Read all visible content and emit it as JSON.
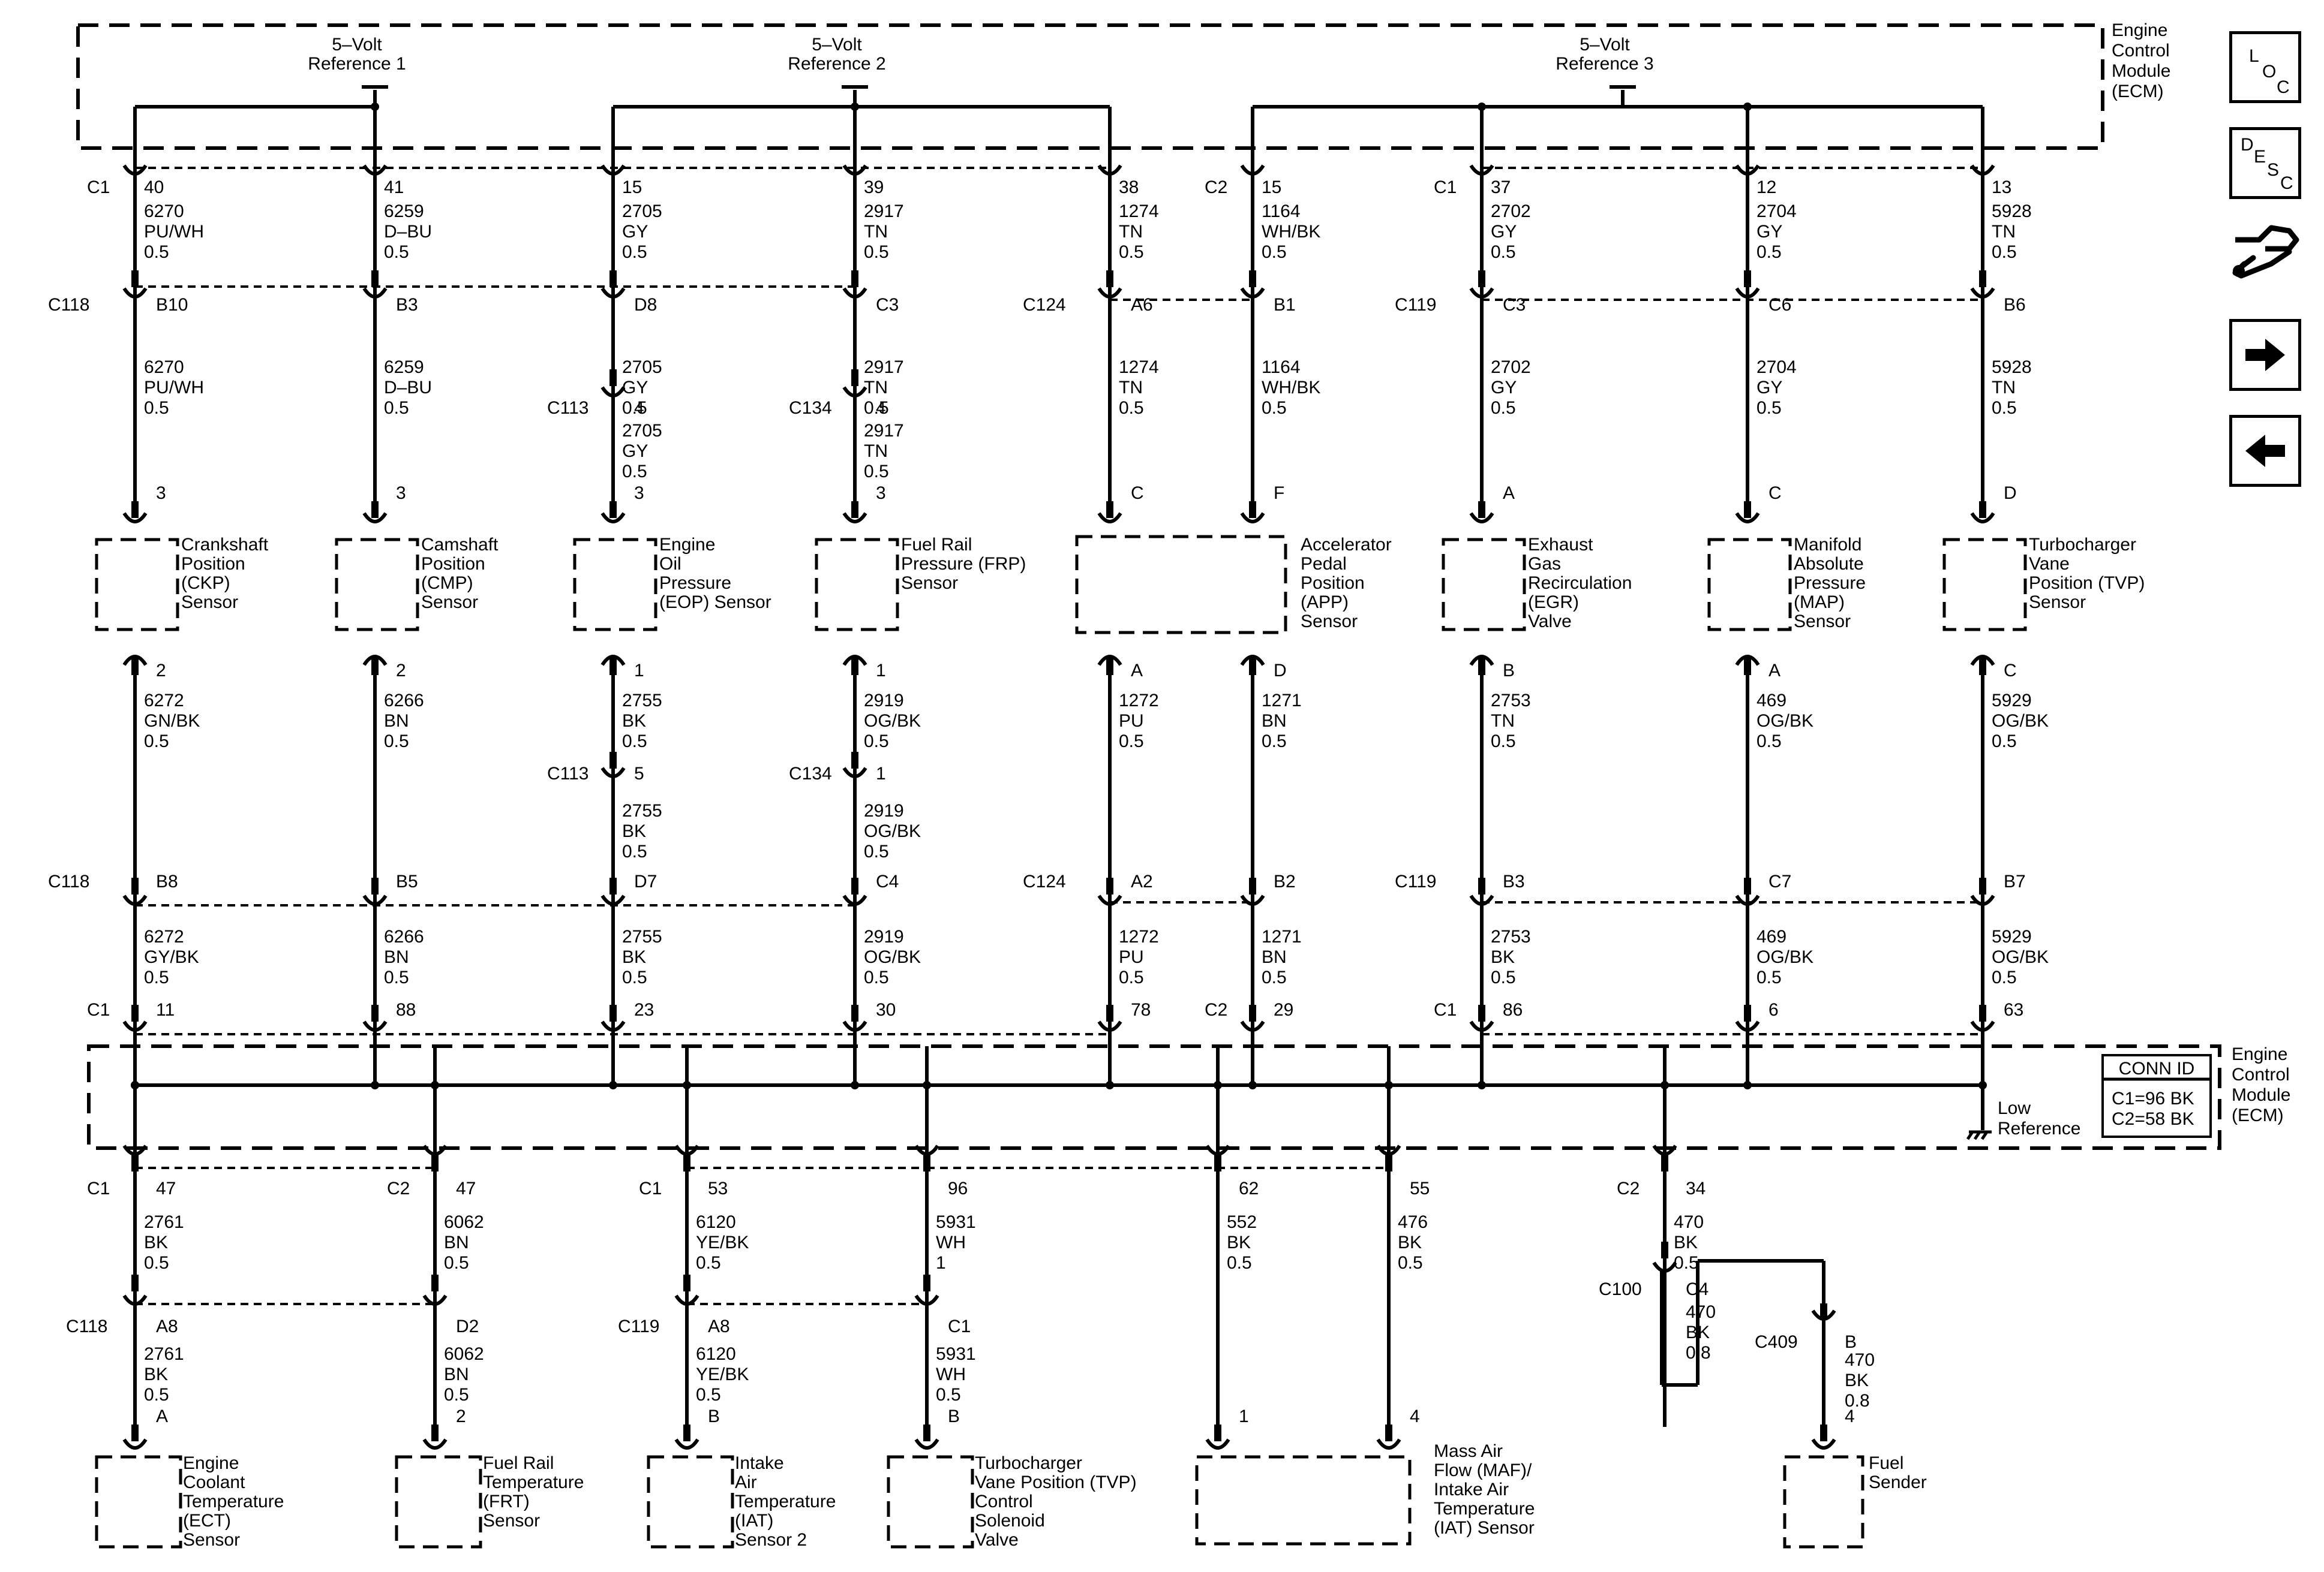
{
  "ecm": {
    "title": "Engine\nControl\nModule\n(ECM)",
    "conn_id_title": "CONN ID",
    "conn_id_lines": [
      "C1=96 BK",
      "C2=58 BK"
    ],
    "low_reference": "Low\nReference"
  },
  "references": [
    {
      "id": "ref1",
      "label": "5–Volt\nReference 1"
    },
    {
      "id": "ref2",
      "label": "5–Volt\nReference 2"
    },
    {
      "id": "ref3",
      "label": "5–Volt\nReference 3"
    }
  ],
  "top_circuits": [
    {
      "pin_top": "40",
      "conn_top": "C1",
      "w1": [
        "6270",
        "PU/WH",
        "0.5"
      ],
      "c118": "B10",
      "c118_label": "C118",
      "w2": [
        "6270",
        "PU/WH",
        "0.5"
      ],
      "pin_a": "3",
      "sensor": "Crankshaft\nPosition\n(CKP)\nSensor",
      "pin_b": "2",
      "w3": [
        "6272",
        "GN/BK",
        "0.5"
      ],
      "c118b": "B8",
      "c118b_label": "C118",
      "w4": [
        "6272",
        "GY/BK",
        "0.5"
      ],
      "pin_bottom": "11",
      "conn_bottom": "C1"
    },
    {
      "pin_top": "41",
      "w1": [
        "6259",
        "D–BU",
        "0.5"
      ],
      "c118": "B3",
      "w2": [
        "6259",
        "D–BU",
        "0.5"
      ],
      "pin_a": "3",
      "sensor": "Camshaft\nPosition\n(CMP)\nSensor",
      "pin_b": "2",
      "w3": [
        "6266",
        "BN",
        "0.5"
      ],
      "c118b": "B5",
      "w4": [
        "6266",
        "BN",
        "0.5"
      ],
      "pin_bottom": "88"
    },
    {
      "pin_top": "15",
      "w1": [
        "2705",
        "GY",
        "0.5"
      ],
      "c118": "D8",
      "w2": [
        "2705",
        "GY",
        "0.5"
      ],
      "c113_label": "C113",
      "c113_pin": "4",
      "w2b": [
        "2705",
        "GY",
        "0.5"
      ],
      "pin_a": "3",
      "sensor": "Engine\nOil\nPressure\n(EOP) Sensor",
      "pin_b": "1",
      "w3": [
        "2755",
        "BK",
        "0.5"
      ],
      "c113b_label": "C113",
      "c113b_pin": "5",
      "w3b": [
        "2755",
        "BK",
        "0.5"
      ],
      "c118b": "D7",
      "w4": [
        "2755",
        "BK",
        "0.5"
      ],
      "pin_bottom": "23"
    },
    {
      "pin_top": "39",
      "w1": [
        "2917",
        "TN",
        "0.5"
      ],
      "c118": "C3",
      "w2": [
        "2917",
        "TN",
        "0.5"
      ],
      "c134_label": "C134",
      "c134_pin": "4",
      "w2b": [
        "2917",
        "TN",
        "0.5"
      ],
      "pin_a": "3",
      "sensor": "Fuel Rail\nPressure (FRP)\nSensor",
      "pin_b": "1",
      "w3": [
        "2919",
        "OG/BK",
        "0.5"
      ],
      "c134b_label": "C134",
      "c134b_pin": "1",
      "w3b": [
        "2919",
        "OG/BK",
        "0.5"
      ],
      "c118b": "C4",
      "w4": [
        "2919",
        "OG/BK",
        "0.5"
      ],
      "pin_bottom": "30"
    },
    {
      "pin_top": "38",
      "w1": [
        "1274",
        "TN",
        "0.5"
      ],
      "c124_label": "C124",
      "c124": "A6",
      "w2": [
        "1274",
        "TN",
        "0.5"
      ],
      "pin_a": "C",
      "pin_b": "A",
      "w3": [
        "1272",
        "PU",
        "0.5"
      ],
      "c124b_label": "C124",
      "c124b": "A2",
      "w4": [
        "1272",
        "PU",
        "0.5"
      ],
      "pin_bottom": "78"
    },
    {
      "pin_top": "15",
      "conn_top": "C2",
      "w1": [
        "1164",
        "WH/BK",
        "0.5"
      ],
      "c124": "B1",
      "w2": [
        "1164",
        "WH/BK",
        "0.5"
      ],
      "pin_a": "F",
      "sensor": "Accelerator\nPedal\nPosition\n(APP)\nSensor",
      "pin_b": "D",
      "w3": [
        "1271",
        "BN",
        "0.5"
      ],
      "c124b": "B2",
      "w4": [
        "1271",
        "BN",
        "0.5"
      ],
      "pin_bottom": "29",
      "conn_bottom": "C2"
    },
    {
      "pin_top": "37",
      "conn_top": "C1",
      "w1": [
        "2702",
        "GY",
        "0.5"
      ],
      "c119_label": "C119",
      "c119": "C3",
      "w2": [
        "2702",
        "GY",
        "0.5"
      ],
      "pin_a": "A",
      "sensor": "Exhaust\nGas\nRecirculation\n(EGR)\nValve",
      "pin_b": "B",
      "w3": [
        "2753",
        "TN",
        "0.5"
      ],
      "c119b_label": "C119",
      "c119b": "B3",
      "w4": [
        "2753",
        "BK",
        "0.5"
      ],
      "pin_bottom": "86",
      "conn_bottom": "C1"
    },
    {
      "pin_top": "12",
      "w1": [
        "2704",
        "GY",
        "0.5"
      ],
      "c119": "C6",
      "w2": [
        "2704",
        "GY",
        "0.5"
      ],
      "pin_a": "C",
      "sensor": "Manifold\nAbsolute\nPressure\n(MAP)\nSensor",
      "pin_b": "A",
      "w3": [
        "469",
        "OG/BK",
        "0.5"
      ],
      "c119b": "C7",
      "w4": [
        "469",
        "OG/BK",
        "0.5"
      ],
      "pin_bottom": "6"
    },
    {
      "pin_top": "13",
      "w1": [
        "5928",
        "TN",
        "0.5"
      ],
      "c119": "B6",
      "w2": [
        "5928",
        "TN",
        "0.5"
      ],
      "pin_a": "D",
      "sensor": "Turbocharger\nVane\nPosition (TVP)\nSensor",
      "pin_b": "C",
      "w3": [
        "5929",
        "OG/BK",
        "0.5"
      ],
      "c119b": "B7",
      "w4": [
        "5929",
        "OG/BK",
        "0.5"
      ],
      "pin_bottom": "63"
    }
  ],
  "bottom_circuits": [
    {
      "conn": "C1",
      "pin": "47",
      "w1": [
        "2761",
        "BK",
        "0.5"
      ],
      "inline_label": "C118",
      "inline_pin": "A8",
      "w2": [
        "2761",
        "BK",
        "0.5"
      ],
      "sensor_pin": "A",
      "sensor": "Engine\nCoolant\nTemperature\n(ECT)\nSensor"
    },
    {
      "conn": "C2",
      "pin": "47",
      "w1": [
        "6062",
        "BN",
        "0.5"
      ],
      "inline_pin": "D2",
      "w2": [
        "6062",
        "BN",
        "0.5"
      ],
      "sensor_pin": "2",
      "sensor": "Fuel Rail\nTemperature\n(FRT)\nSensor"
    },
    {
      "conn": "C1",
      "pin": "53",
      "w1": [
        "6120",
        "YE/BK",
        "0.5"
      ],
      "inline_label": "C119",
      "inline_pin": "A8",
      "w2": [
        "6120",
        "YE/BK",
        "0.5"
      ],
      "sensor_pin": "B",
      "sensor": "Intake\nAir\nTemperature\n(IAT)\nSensor 2"
    },
    {
      "pin": "96",
      "w1": [
        "5931",
        "WH",
        "1"
      ],
      "inline_pin": "C1",
      "w2": [
        "5931",
        "WH",
        "0.5"
      ],
      "sensor_pin": "B",
      "sensor": "Turbocharger\nVane Position (TVP)\nControl\nSolenoid\nValve"
    },
    {
      "pin": "62",
      "w1": [
        "552",
        "BK",
        "0.5"
      ],
      "sensor_pin": "1"
    },
    {
      "pin": "55",
      "w1": [
        "476",
        "BK",
        "0.5"
      ],
      "sensor_pin": "4",
      "sensor": "Mass Air\nFlow (MAF)/\nIntake Air\nTemperature\n(IAT) Sensor"
    },
    {
      "conn": "C2",
      "pin": "34",
      "w1": [
        "470",
        "BK",
        "0.5"
      ],
      "c100_label": "C100",
      "c100_pin": "C4",
      "w2": [
        "470",
        "BK",
        "0.8"
      ],
      "c409_label": "C409",
      "c409_pin": "B",
      "w3": [
        "470",
        "BK",
        "0.8"
      ],
      "sensor_pin": "4",
      "sensor": "Fuel\nSender"
    }
  ],
  "nav_buttons": [
    {
      "id": "loc",
      "label": "LOC"
    },
    {
      "id": "desc",
      "label": "DESC"
    },
    {
      "id": "wrench",
      "icon": "wrench-hand-icon"
    },
    {
      "id": "next",
      "icon": "arrow-right-icon"
    },
    {
      "id": "prev",
      "icon": "arrow-left-icon"
    }
  ]
}
